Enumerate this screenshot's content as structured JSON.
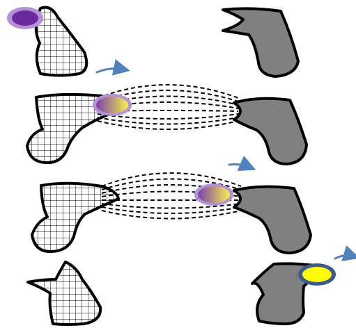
{
  "colors": {
    "left_cell_fill": "#ffffff",
    "grid_line": "#000000",
    "right_cell_fill": "#808080",
    "outline": "#000000",
    "initial_cargo_fill": "#6a2a9e",
    "initial_cargo_ring": "#b591d8",
    "transit_cargo_start": "#7b3fb0",
    "transit_cargo_end": "#f6f04a",
    "final_cargo_fill": "#ffff00",
    "final_cargo_ring": "#3b5b8c",
    "arrow": "#4f81bd"
  },
  "stages": [
    {
      "id": "stage-1",
      "left_cell": true,
      "right_cell": true,
      "bridge": false,
      "cargo": "initial"
    },
    {
      "id": "stage-2",
      "left_cell": true,
      "right_cell": true,
      "bridge": true,
      "cargo": "transit-left"
    },
    {
      "id": "stage-3",
      "left_cell": true,
      "right_cell": true,
      "bridge": true,
      "cargo": "transit-right"
    },
    {
      "id": "stage-4",
      "left_cell": true,
      "right_cell": true,
      "bridge": false,
      "cargo": "final"
    }
  ],
  "arrows": [
    "direction-arrow-1",
    "direction-arrow-2",
    "direction-arrow-3"
  ]
}
